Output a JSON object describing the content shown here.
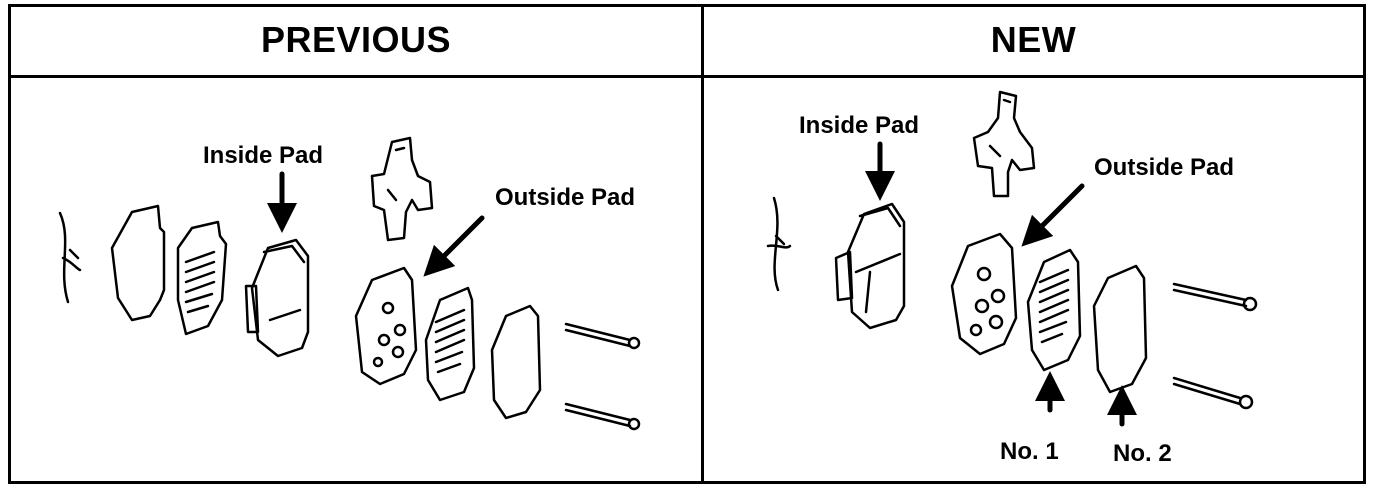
{
  "headers": {
    "previous": "PREVIOUS",
    "new": "NEW"
  },
  "previous": {
    "inside_pad_label": "Inside Pad",
    "outside_pad_label": "Outside Pad"
  },
  "new": {
    "inside_pad_label": "Inside Pad",
    "outside_pad_label": "Outside Pad",
    "shim1_label": "No. 1",
    "shim2_label": "No. 2"
  },
  "icons": [
    "down-arrow-icon",
    "diagonal-arrow-icon",
    "up-arrow-icon"
  ],
  "colors": {
    "line": "#000000",
    "background": "#ffffff"
  }
}
